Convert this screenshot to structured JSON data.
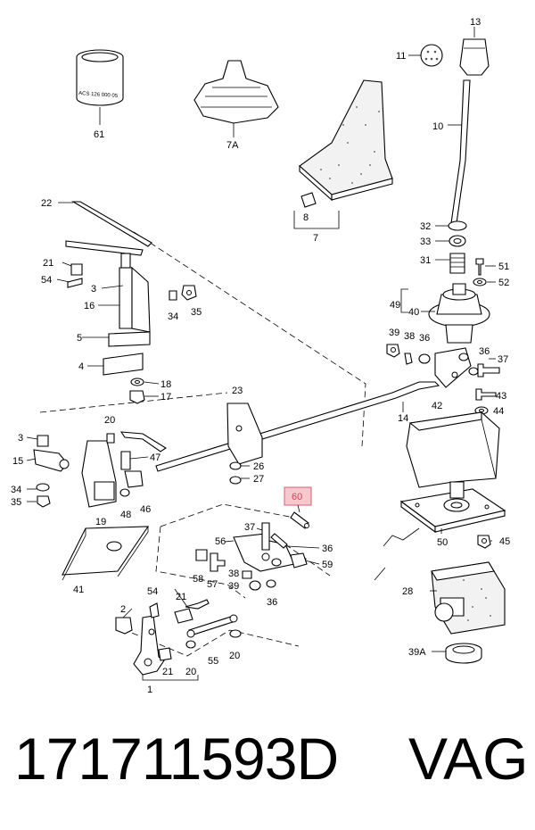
{
  "part_number": "171711593D",
  "brand": "VAG",
  "highlight_color": "#f7c9cf",
  "diagram": {
    "callouts": {
      "c13": "13",
      "c11": "11",
      "c61": "61",
      "c7A": "7A",
      "c10": "10",
      "c22": "22",
      "c8": "8",
      "c7": "7",
      "c32": "32",
      "c33": "33",
      "c31": "31",
      "c51": "51",
      "c52": "52",
      "c21a": "21",
      "c54a": "54",
      "c3a": "3",
      "c16": "16",
      "c34a": "34",
      "c35a": "35",
      "c5": "5",
      "c49": "49",
      "c40": "40",
      "c39a": "39",
      "c38a": "38",
      "c36a": "36",
      "c36b": "36",
      "c37a": "37",
      "c4": "4",
      "c18": "18",
      "c17": "17",
      "c23": "23",
      "c43": "43",
      "c14": "14",
      "c44": "44",
      "c42": "42",
      "c3b": "3",
      "c20a": "20",
      "c15": "15",
      "c47": "47",
      "c26": "26",
      "c27": "27",
      "c34b": "34",
      "c35b": "35",
      "c19": "19",
      "c48": "48",
      "c46": "46",
      "c60": "60",
      "c37b": "37",
      "c56": "56",
      "c36c": "36",
      "c59": "59",
      "c50": "50",
      "c45": "45",
      "c41": "41",
      "c58": "58",
      "c57": "57",
      "c38b": "38",
      "c39b": "39",
      "c36d": "36",
      "c28": "28",
      "c54b": "54",
      "c21b": "21",
      "c2": "2",
      "c39A": "39A",
      "c20b": "20",
      "c55": "55",
      "c20c": "20",
      "c21c": "21",
      "c1": "1"
    },
    "boot_text": "ACS 126 000 05"
  }
}
